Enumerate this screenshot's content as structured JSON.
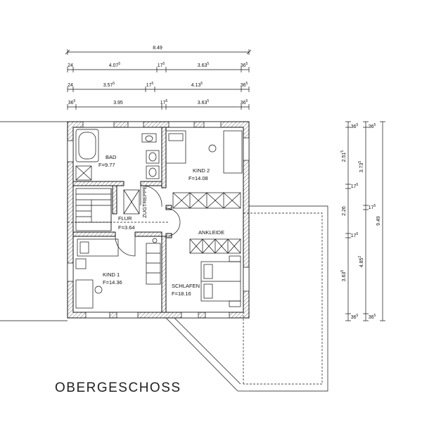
{
  "title": "OBERGESCHOSS",
  "rooms": {
    "bad": {
      "name": "BAD",
      "area": "F=9.77"
    },
    "kind2": {
      "name": "KIND 2",
      "area": "F=14.08"
    },
    "flur": {
      "name": "FLUR",
      "area": "F=3.64"
    },
    "zugtreppe": "ZUGTREPPE",
    "ankleide": "ANKLEIDE",
    "kind1": {
      "name": "KIND 1",
      "area": "F=14.36"
    },
    "schlafen": {
      "name": "SCHLAFEN",
      "area": "F=18.16"
    }
  },
  "dimensions": {
    "top_total": "8.49",
    "row1": [
      {
        "main": "24",
        "sup": ""
      },
      {
        "main": "4.07",
        "sup": "5"
      },
      {
        "main": "17",
        "sup": "5"
      },
      {
        "main": "3.63",
        "sup": "5"
      },
      {
        "main": "36",
        "sup": "5"
      }
    ],
    "row2": [
      {
        "main": "24",
        "sup": ""
      },
      {
        "main": "3.57",
        "sup": "5"
      },
      {
        "main": "17",
        "sup": "5"
      },
      {
        "main": "4.13",
        "sup": "5"
      },
      {
        "main": "36",
        "sup": "5"
      }
    ],
    "row3": [
      {
        "main": "36",
        "sup": "5"
      },
      {
        "main": "3.95",
        "sup": ""
      },
      {
        "main": "17",
        "sup": "5"
      },
      {
        "main": "3.63",
        "sup": "5"
      },
      {
        "main": "36",
        "sup": "5"
      }
    ],
    "right_col1": [
      {
        "main": "36",
        "sup": "5"
      },
      {
        "main": "2.51",
        "sup": "5"
      },
      {
        "main": "17",
        "sup": "5"
      },
      {
        "main": "2.26",
        "sup": ""
      },
      {
        "main": "17",
        "sup": "5"
      },
      {
        "main": "3.63",
        "sup": "5"
      },
      {
        "main": "36",
        "sup": "5"
      }
    ],
    "right_col2": [
      {
        "main": "36",
        "sup": "5"
      },
      {
        "main": "3.73",
        "sup": "5"
      },
      {
        "main": "17",
        "sup": "5"
      },
      {
        "main": "4.85",
        "sup": "2"
      },
      {
        "main": "36",
        "sup": "5"
      }
    ],
    "right_total": "9.49"
  }
}
